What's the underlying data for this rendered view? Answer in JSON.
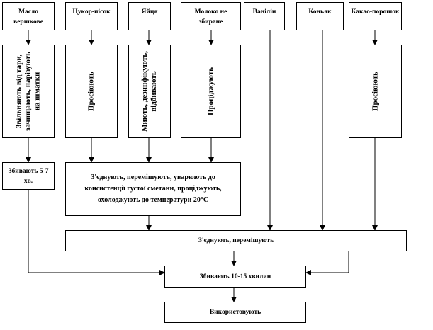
{
  "ingredients": [
    {
      "label": "Масло вершкове"
    },
    {
      "label": "Цукор-пісок"
    },
    {
      "label": "Яйця"
    },
    {
      "label": "Молоко не збиране"
    },
    {
      "label": "Ванілін"
    },
    {
      "label": "Коньяк"
    },
    {
      "label": "Какао-порошок"
    }
  ],
  "prep_steps": [
    {
      "label": "Звільняють від тари, зачищають, нарізують на шматки"
    },
    {
      "label": "Просіюють"
    },
    {
      "label": "Миють, дезинфікують, відбивають"
    },
    {
      "label": "Проціджують"
    },
    {
      "label": "Просіюють"
    }
  ],
  "whip_butter": "Збивають 5-7 хв.",
  "syrup_step": "З'єднують, перемішують, уварюють до консистенції густої сметани, проціджують, охолоджують до температури 20°С",
  "combine_step": "З'єднують, перемішують",
  "whip_final": "Збивають 10-15 хвилин",
  "use_step": "Використовують"
}
